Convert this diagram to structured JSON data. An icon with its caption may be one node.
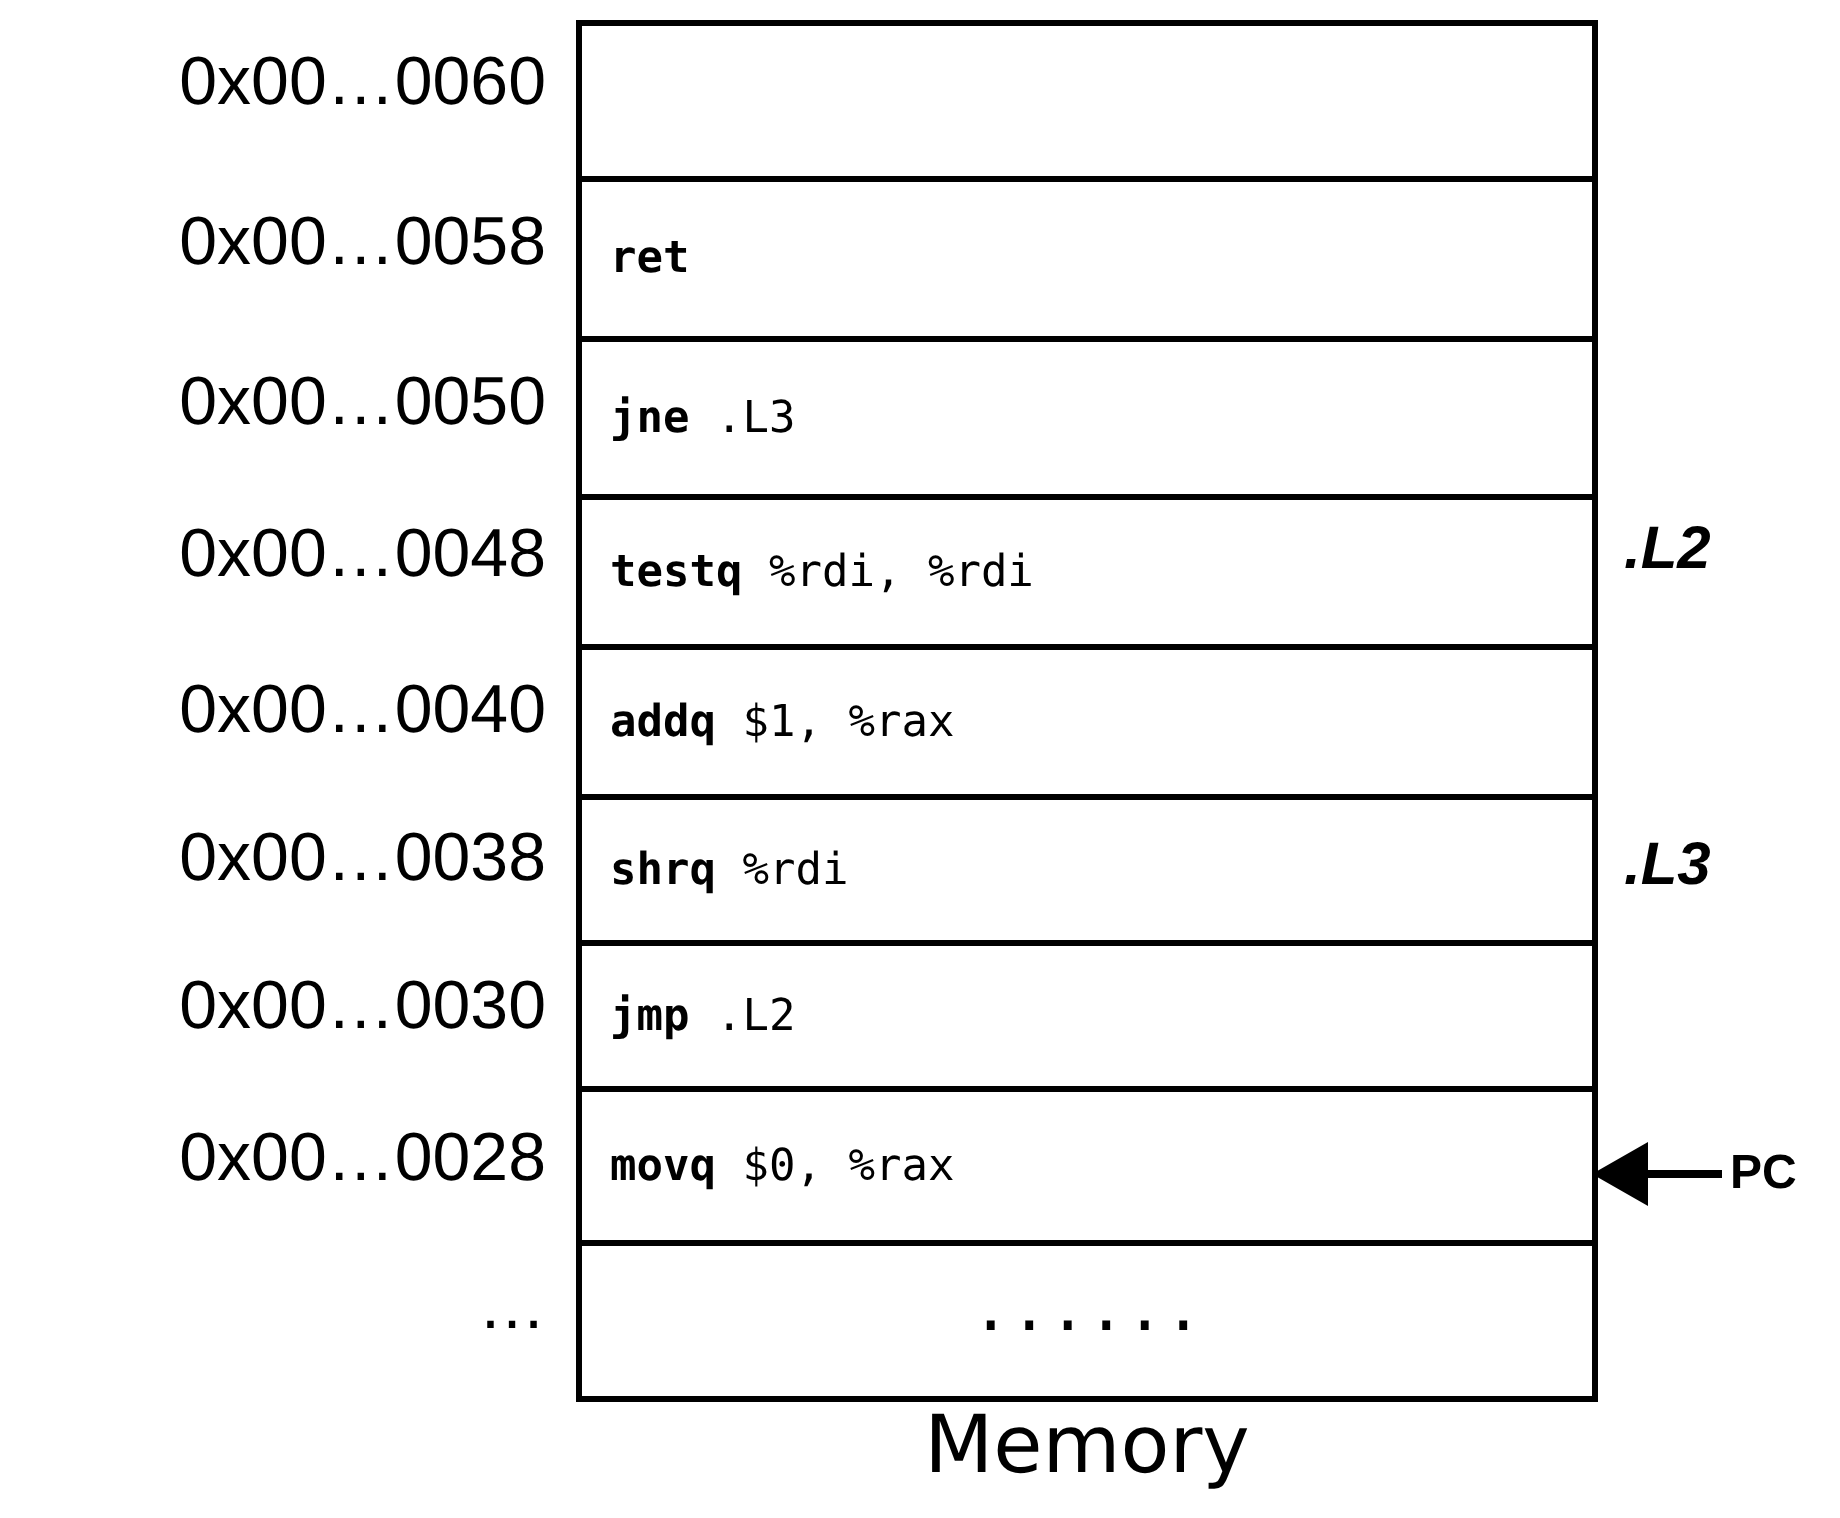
{
  "diagram": {
    "caption": "Memory",
    "nodes": [
      {
        "text": [],
        "shape": "box"
      },
      {
        "text": [
          "**ret**"
        ]
      },
      {
        "text": [
          "**jne** .L3"
        ]
      },
      {
        "text": [
          "**testq** %rdi, %rdi"
        ]
      },
      {
        "text": [
          "**addq** $1, %rax"
        ]
      },
      {
        "text": [
          "**shrq** %rdi"
        ]
      },
      {
        "text": [
          "**jmp** .L2"
        ]
      },
      {
        "text": [
          "**movq** $0, %rax"
        ]
      },
      {
        "text": [
          "......"
        ]
      },
      {
        "text": [
          "PC"
        ]
      }
    ],
    "edges": [
      {
        "from": 9,
        "to": 7,
        "arrow": "to"
      }
    ],
    "labels": [
      "0x00…0060",
      "0x00…0058",
      "0x00…0050",
      "0x00…0048",
      ".L2",
      "0x00…0040",
      "0x00…0038",
      ".L3",
      "0x00…0030",
      "0x00…0028",
      "…"
    ]
  }
}
